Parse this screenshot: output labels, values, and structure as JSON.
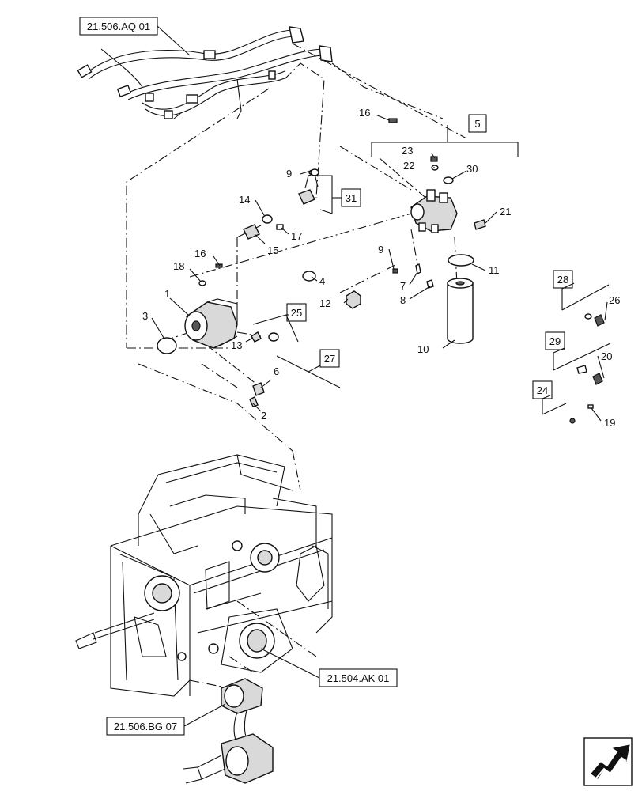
{
  "diagram": {
    "references": [
      {
        "id": "ref-aq01",
        "label": "21.506.AQ 01"
      },
      {
        "id": "ref-ak01",
        "label": "21.504.AK 01"
      },
      {
        "id": "ref-bg07",
        "label": "21.506.BG 07"
      }
    ],
    "boxed_callouts": [
      "5",
      "31",
      "25",
      "27",
      "28",
      "29",
      "24"
    ],
    "callouts": [
      "1",
      "2",
      "3",
      "4",
      "6",
      "7",
      "8",
      "9",
      "9",
      "10",
      "11",
      "12",
      "13",
      "14",
      "15",
      "16",
      "16",
      "17",
      "18",
      "19",
      "20",
      "21",
      "22",
      "23",
      "26",
      "30"
    ]
  },
  "icons": {
    "nav_arrow": "next-page-arrow-icon"
  }
}
